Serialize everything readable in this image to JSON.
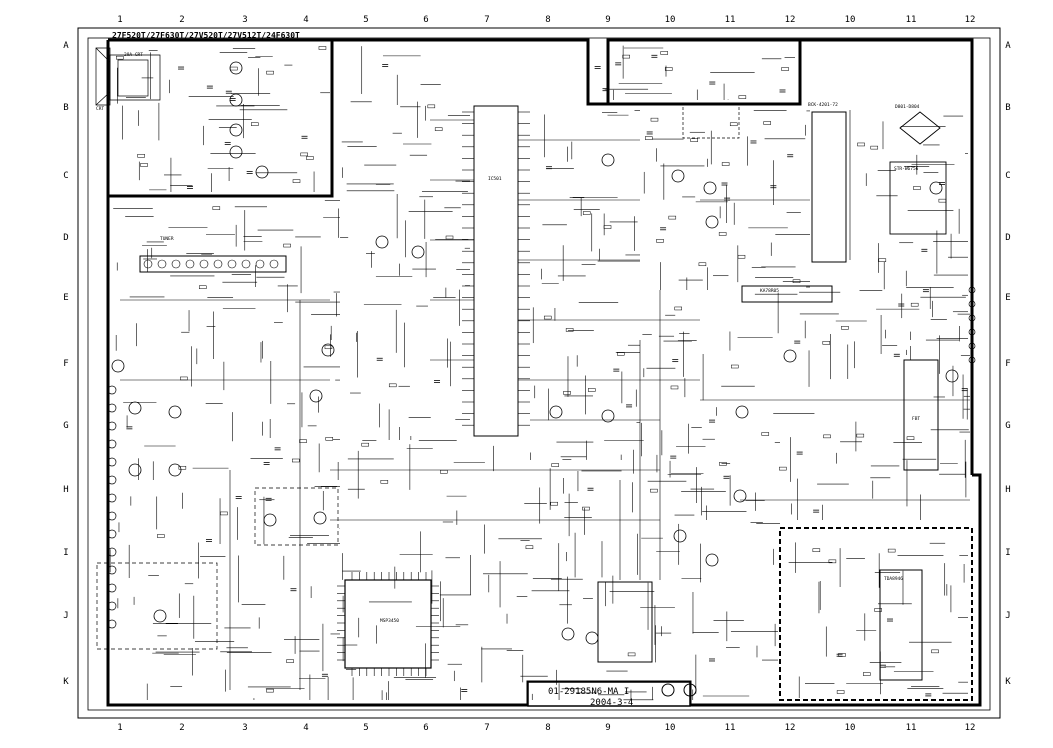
{
  "model_header": "27F520T/27F630T/27V520T/27V512T/24F630T",
  "grid": {
    "columns_left": [
      "1",
      "2",
      "3",
      "4",
      "5",
      "6",
      "7",
      "8",
      "9",
      "10",
      "11",
      "12"
    ],
    "columns_right": [
      "10",
      "11",
      "12"
    ],
    "rows": [
      "A",
      "B",
      "C",
      "D",
      "E",
      "F",
      "G",
      "H",
      "I",
      "J",
      "K"
    ]
  },
  "title_block": {
    "drawing_number": "01-29185N6-MA I",
    "date": "2004-3-4"
  },
  "components": {
    "cpu_ic": "IC501",
    "scaler_ic": "MSP3450",
    "audio_ic": "TDA8946",
    "crt_label": "CRT",
    "crt_sub": "29A CRT",
    "hv_transformer": "FBT",
    "power_ic": "STR-W6756",
    "regulator": "KA78R05",
    "tuner": "TUNER",
    "bridge": "D801-D804",
    "switch_transformer": "BCK-4201-72"
  }
}
